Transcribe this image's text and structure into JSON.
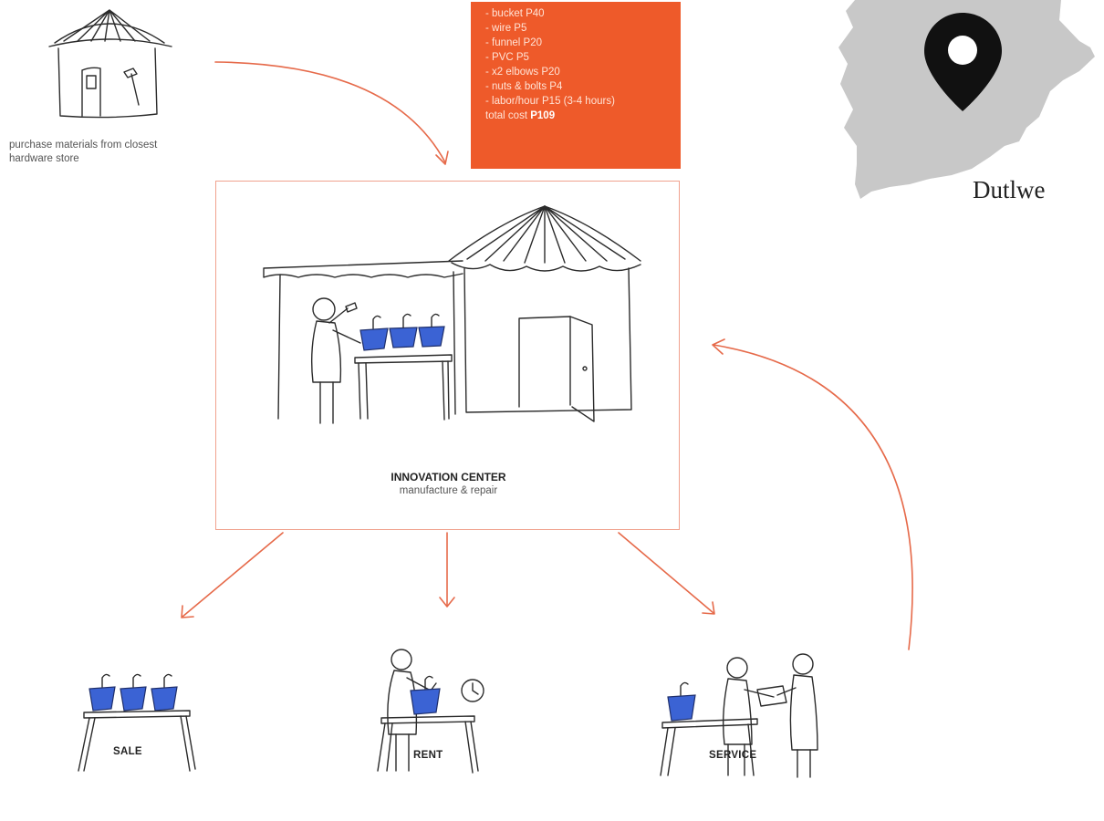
{
  "store": {
    "caption_lines": [
      "purchase materials from closest",
      "hardware store"
    ]
  },
  "costs": {
    "items": [
      "- bucket P40",
      "- wire P5",
      "- funnel P20",
      "- PVC P5",
      "- x2 elbows P20",
      "- nuts & bolts P4",
      "- labor/hour P15 (3-4 hours)"
    ],
    "total_label": "total cost",
    "total_value": "P109",
    "box_color": "#ee5a2a"
  },
  "innovation_center": {
    "title": "INNOVATION CENTER",
    "subtitle": "manufacture & repair"
  },
  "outputs": {
    "sale": "SALE",
    "rent": "RENT",
    "service": "SERVICE"
  },
  "location": {
    "name": "Dutlwe",
    "icon": "map-pin-icon"
  },
  "colors": {
    "arrow": "#e66a4a",
    "bucket": "#3b63d4",
    "map": "#c8c8c8"
  }
}
